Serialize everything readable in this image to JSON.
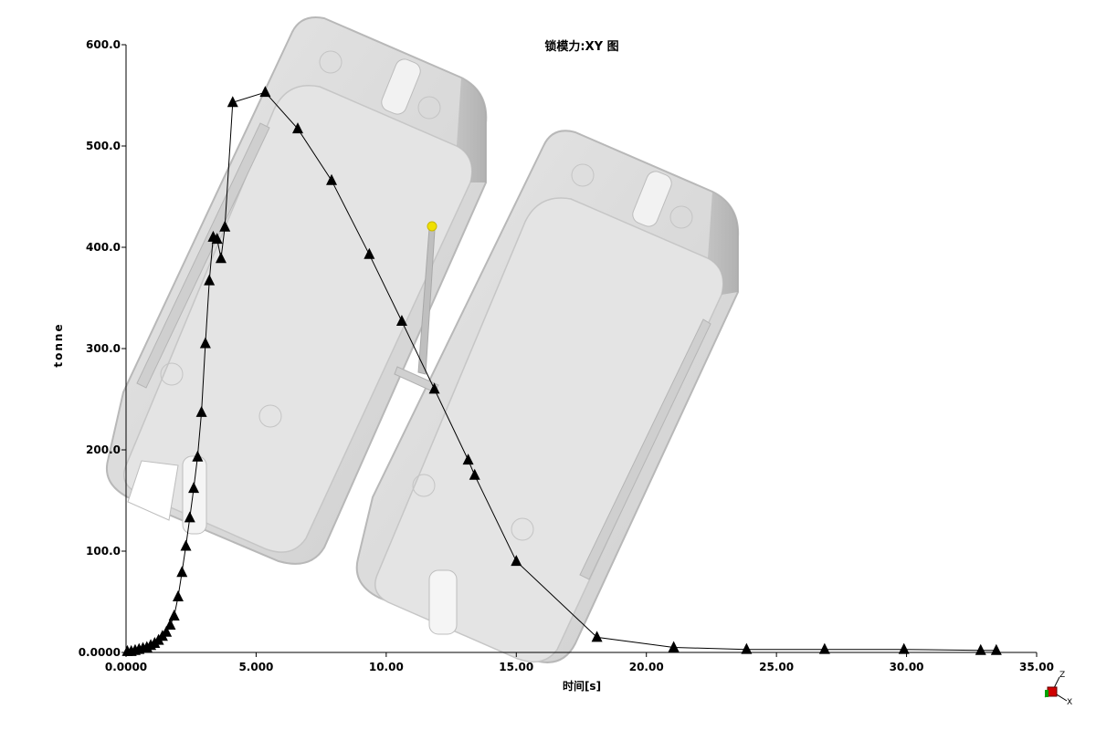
{
  "chart_data": {
    "type": "line",
    "title": "锁模力:XY 图",
    "xlabel": "时间[s]",
    "ylabel": "tonne",
    "xlim": [
      0,
      35
    ],
    "ylim": [
      0,
      600
    ],
    "x_ticks": [
      "0.0000",
      "5.000",
      "10.00",
      "15.00",
      "20.00",
      "25.00",
      "30.00",
      "35.00"
    ],
    "y_ticks": [
      "0.0000",
      "100.0",
      "200.0",
      "300.0",
      "400.0",
      "500.0",
      "600.0"
    ],
    "grid": false,
    "legend": "none",
    "series": [
      {
        "marker": "triangle",
        "color": "#000000",
        "x": [
          0.05,
          0.2,
          0.35,
          0.5,
          0.65,
          0.8,
          0.95,
          1.1,
          1.25,
          1.4,
          1.55,
          1.7,
          1.85,
          2.0,
          2.15,
          2.3,
          2.45,
          2.6,
          2.75,
          2.9,
          3.05,
          3.2,
          3.35,
          3.5,
          3.65,
          3.8,
          4.1,
          5.35,
          6.6,
          7.9,
          9.35,
          10.6,
          11.85,
          13.15,
          13.4,
          15.0,
          18.1,
          21.05,
          23.85,
          26.85,
          29.9,
          32.85,
          33.45
        ],
        "y": [
          1,
          1,
          2,
          3,
          4,
          5,
          7,
          9,
          12,
          16,
          20,
          27,
          36,
          55,
          79,
          105,
          133,
          162,
          193,
          237,
          305,
          367,
          410,
          408,
          389,
          420,
          543,
          553,
          517,
          466,
          393,
          327,
          260,
          190,
          175,
          90,
          15,
          5,
          3,
          3,
          3,
          2,
          2
        ]
      }
    ]
  },
  "viewport": {
    "background_color": "#ffffff",
    "model_color": "#d7d7d7",
    "gate_marker_color": "#f0e000",
    "triad_labels": [
      "Z",
      "X"
    ]
  }
}
